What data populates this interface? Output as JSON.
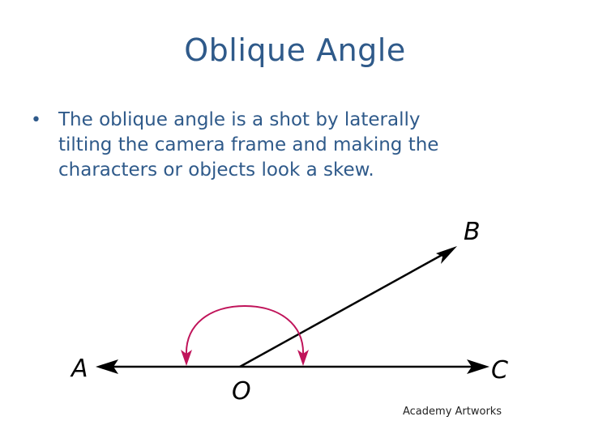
{
  "slide": {
    "title": "Oblique Angle",
    "bullet": {
      "marker": "•",
      "lines": [
        "The oblique angle is a shot by laterally",
        "tilting the camera frame and making the",
        "characters or objects look a skew."
      ]
    }
  },
  "diagram": {
    "point_labels": {
      "a": "A",
      "b": "B",
      "c": "C",
      "o": "O"
    },
    "credit": "Academy Artworks",
    "colors": {
      "lines": "#000000",
      "arc": "#c0145a",
      "text": "#2f5a8a"
    }
  }
}
